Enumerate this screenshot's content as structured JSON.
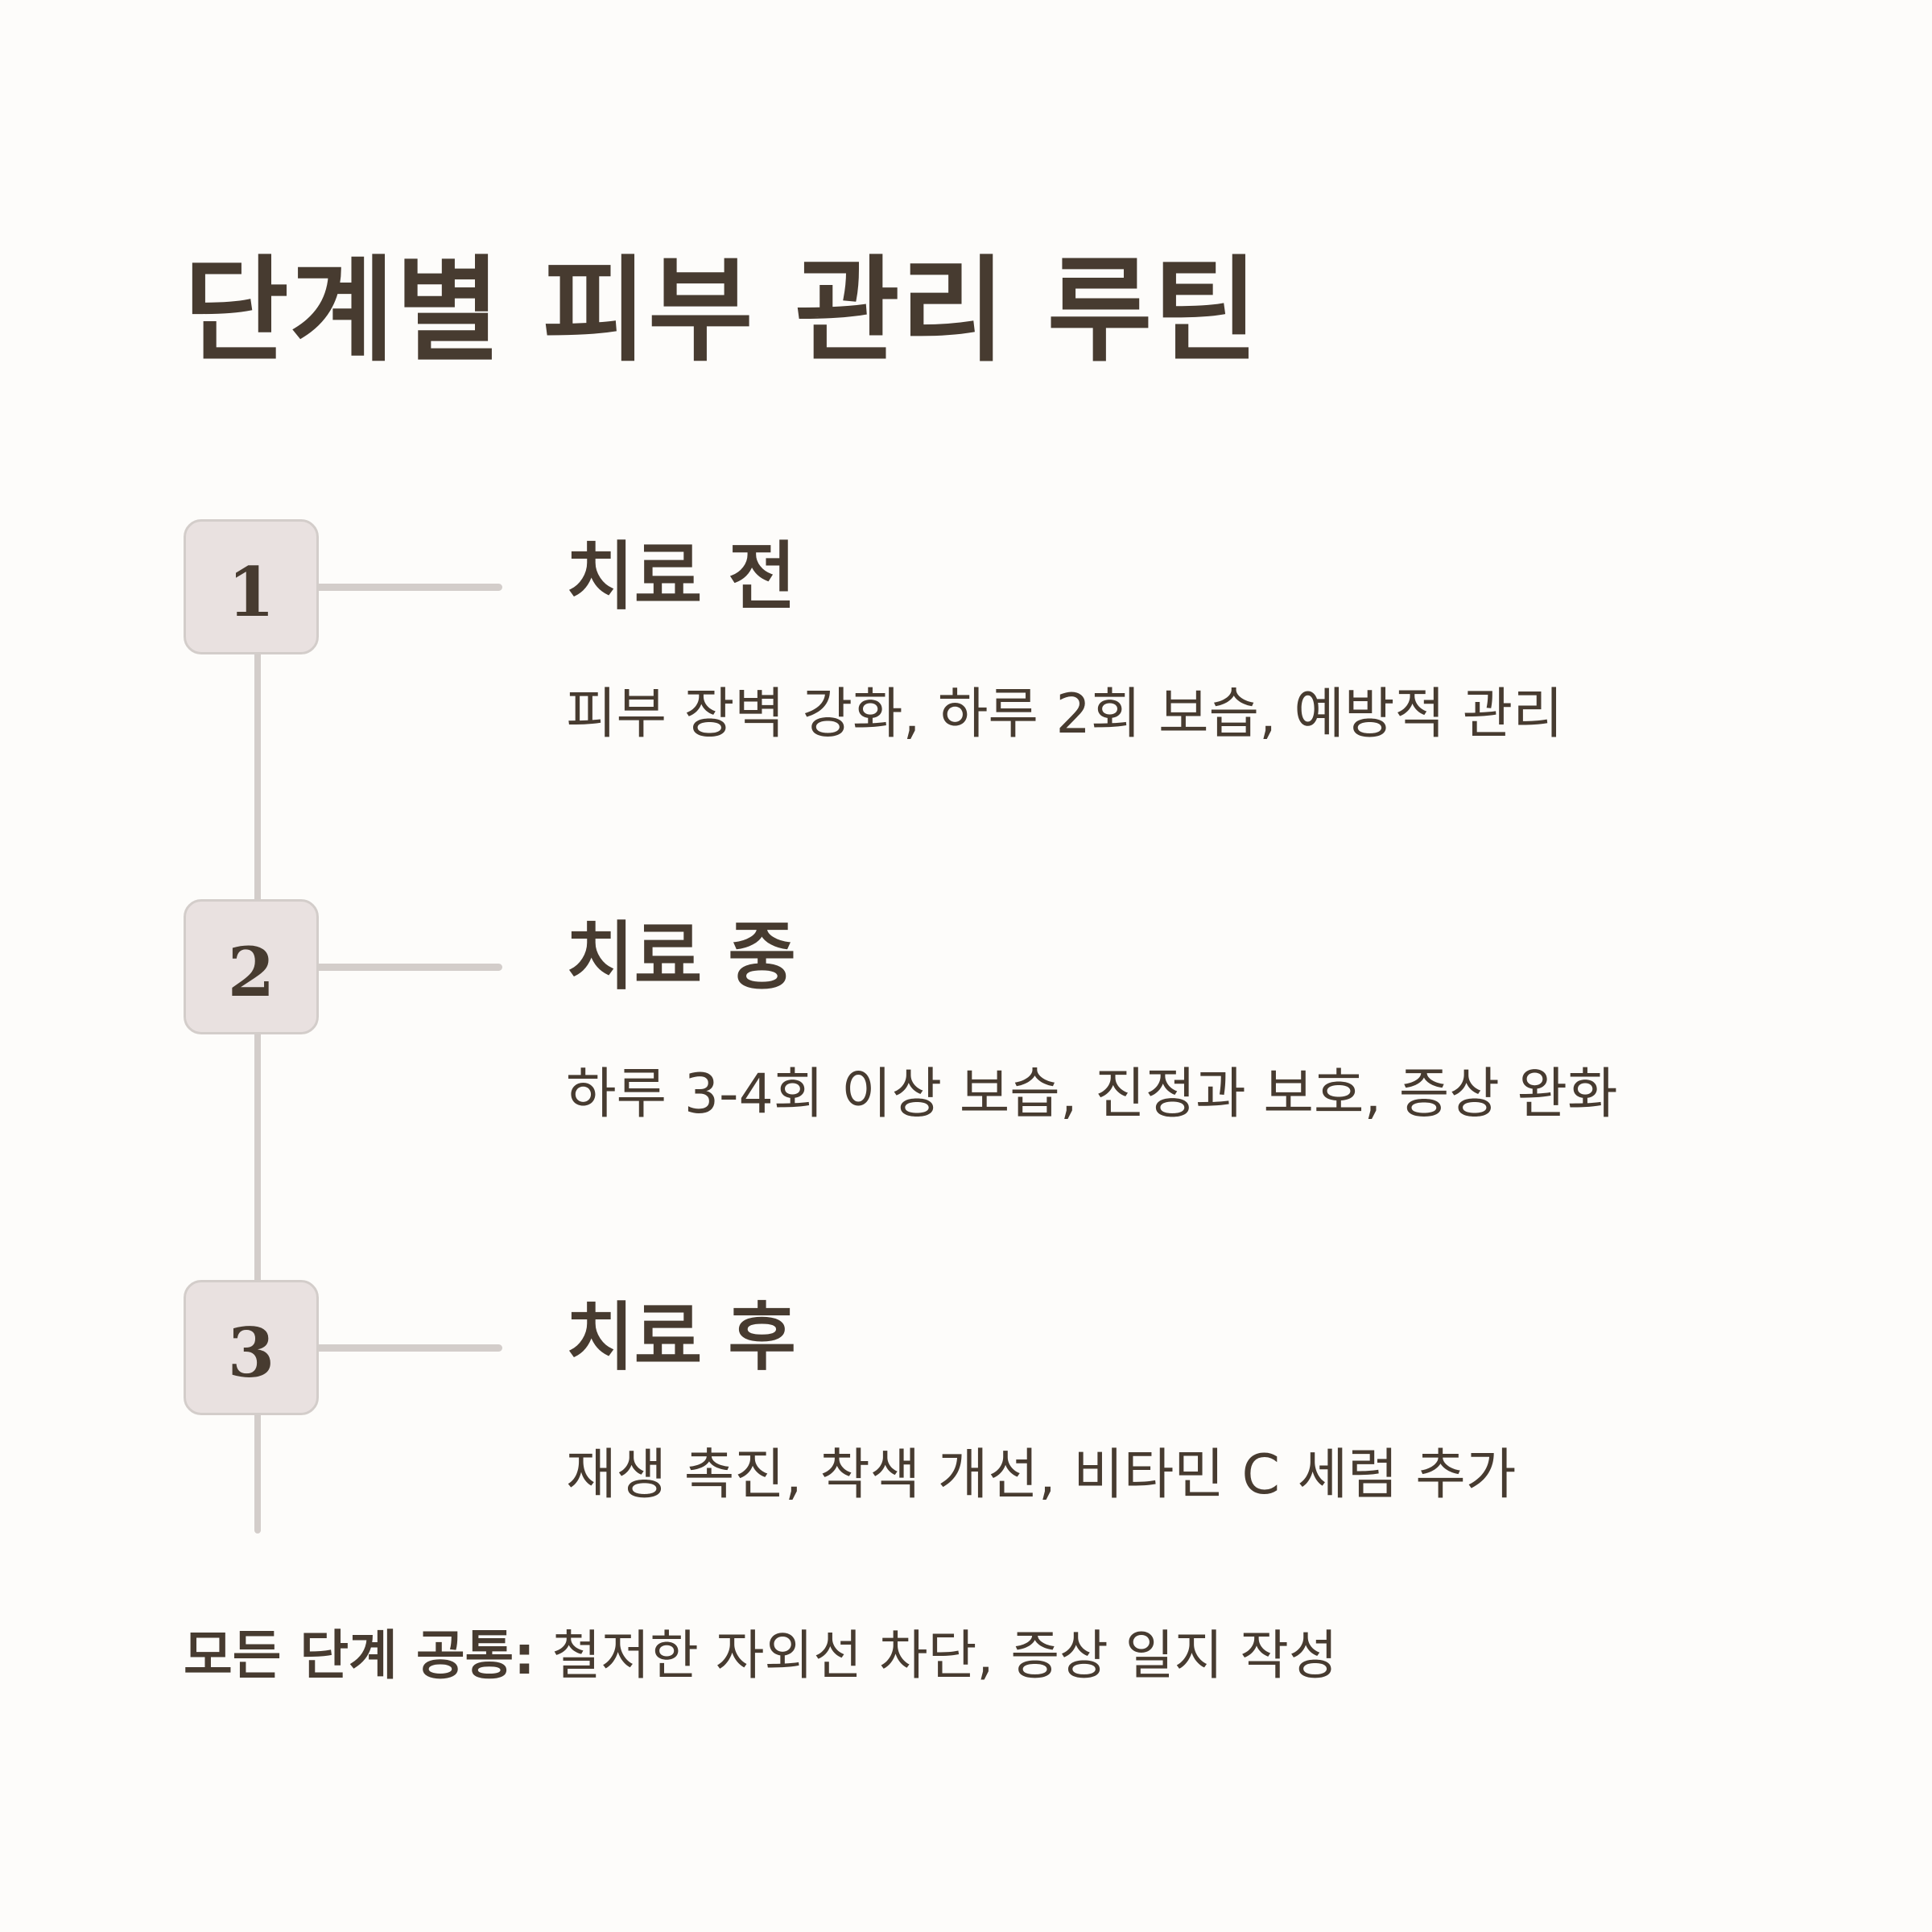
{
  "title": "단계별 피부 관리 루틴",
  "steps": [
    {
      "number": "1",
      "title": "치료 전",
      "description": "피부 장벽 강화, 하루 2회 보습, 예방적 관리"
    },
    {
      "number": "2",
      "title": "치료 중",
      "description": "하루 3-4회 이상 보습, 진정과 보호, 증상 완화"
    },
    {
      "number": "3",
      "title": "치료 후",
      "description": "재생 촉진, 착색 개선, 비타민 C 세럼 추가"
    }
  ],
  "footer": {
    "label": "모든 단계 공통:",
    "text": " 철저한 자외선 차단, 증상 일지 작성"
  },
  "colors": {
    "background": "#fdfcfa",
    "text": "#473b30",
    "badge_fill": "#e9e1e0",
    "line": "#d3cdca"
  }
}
